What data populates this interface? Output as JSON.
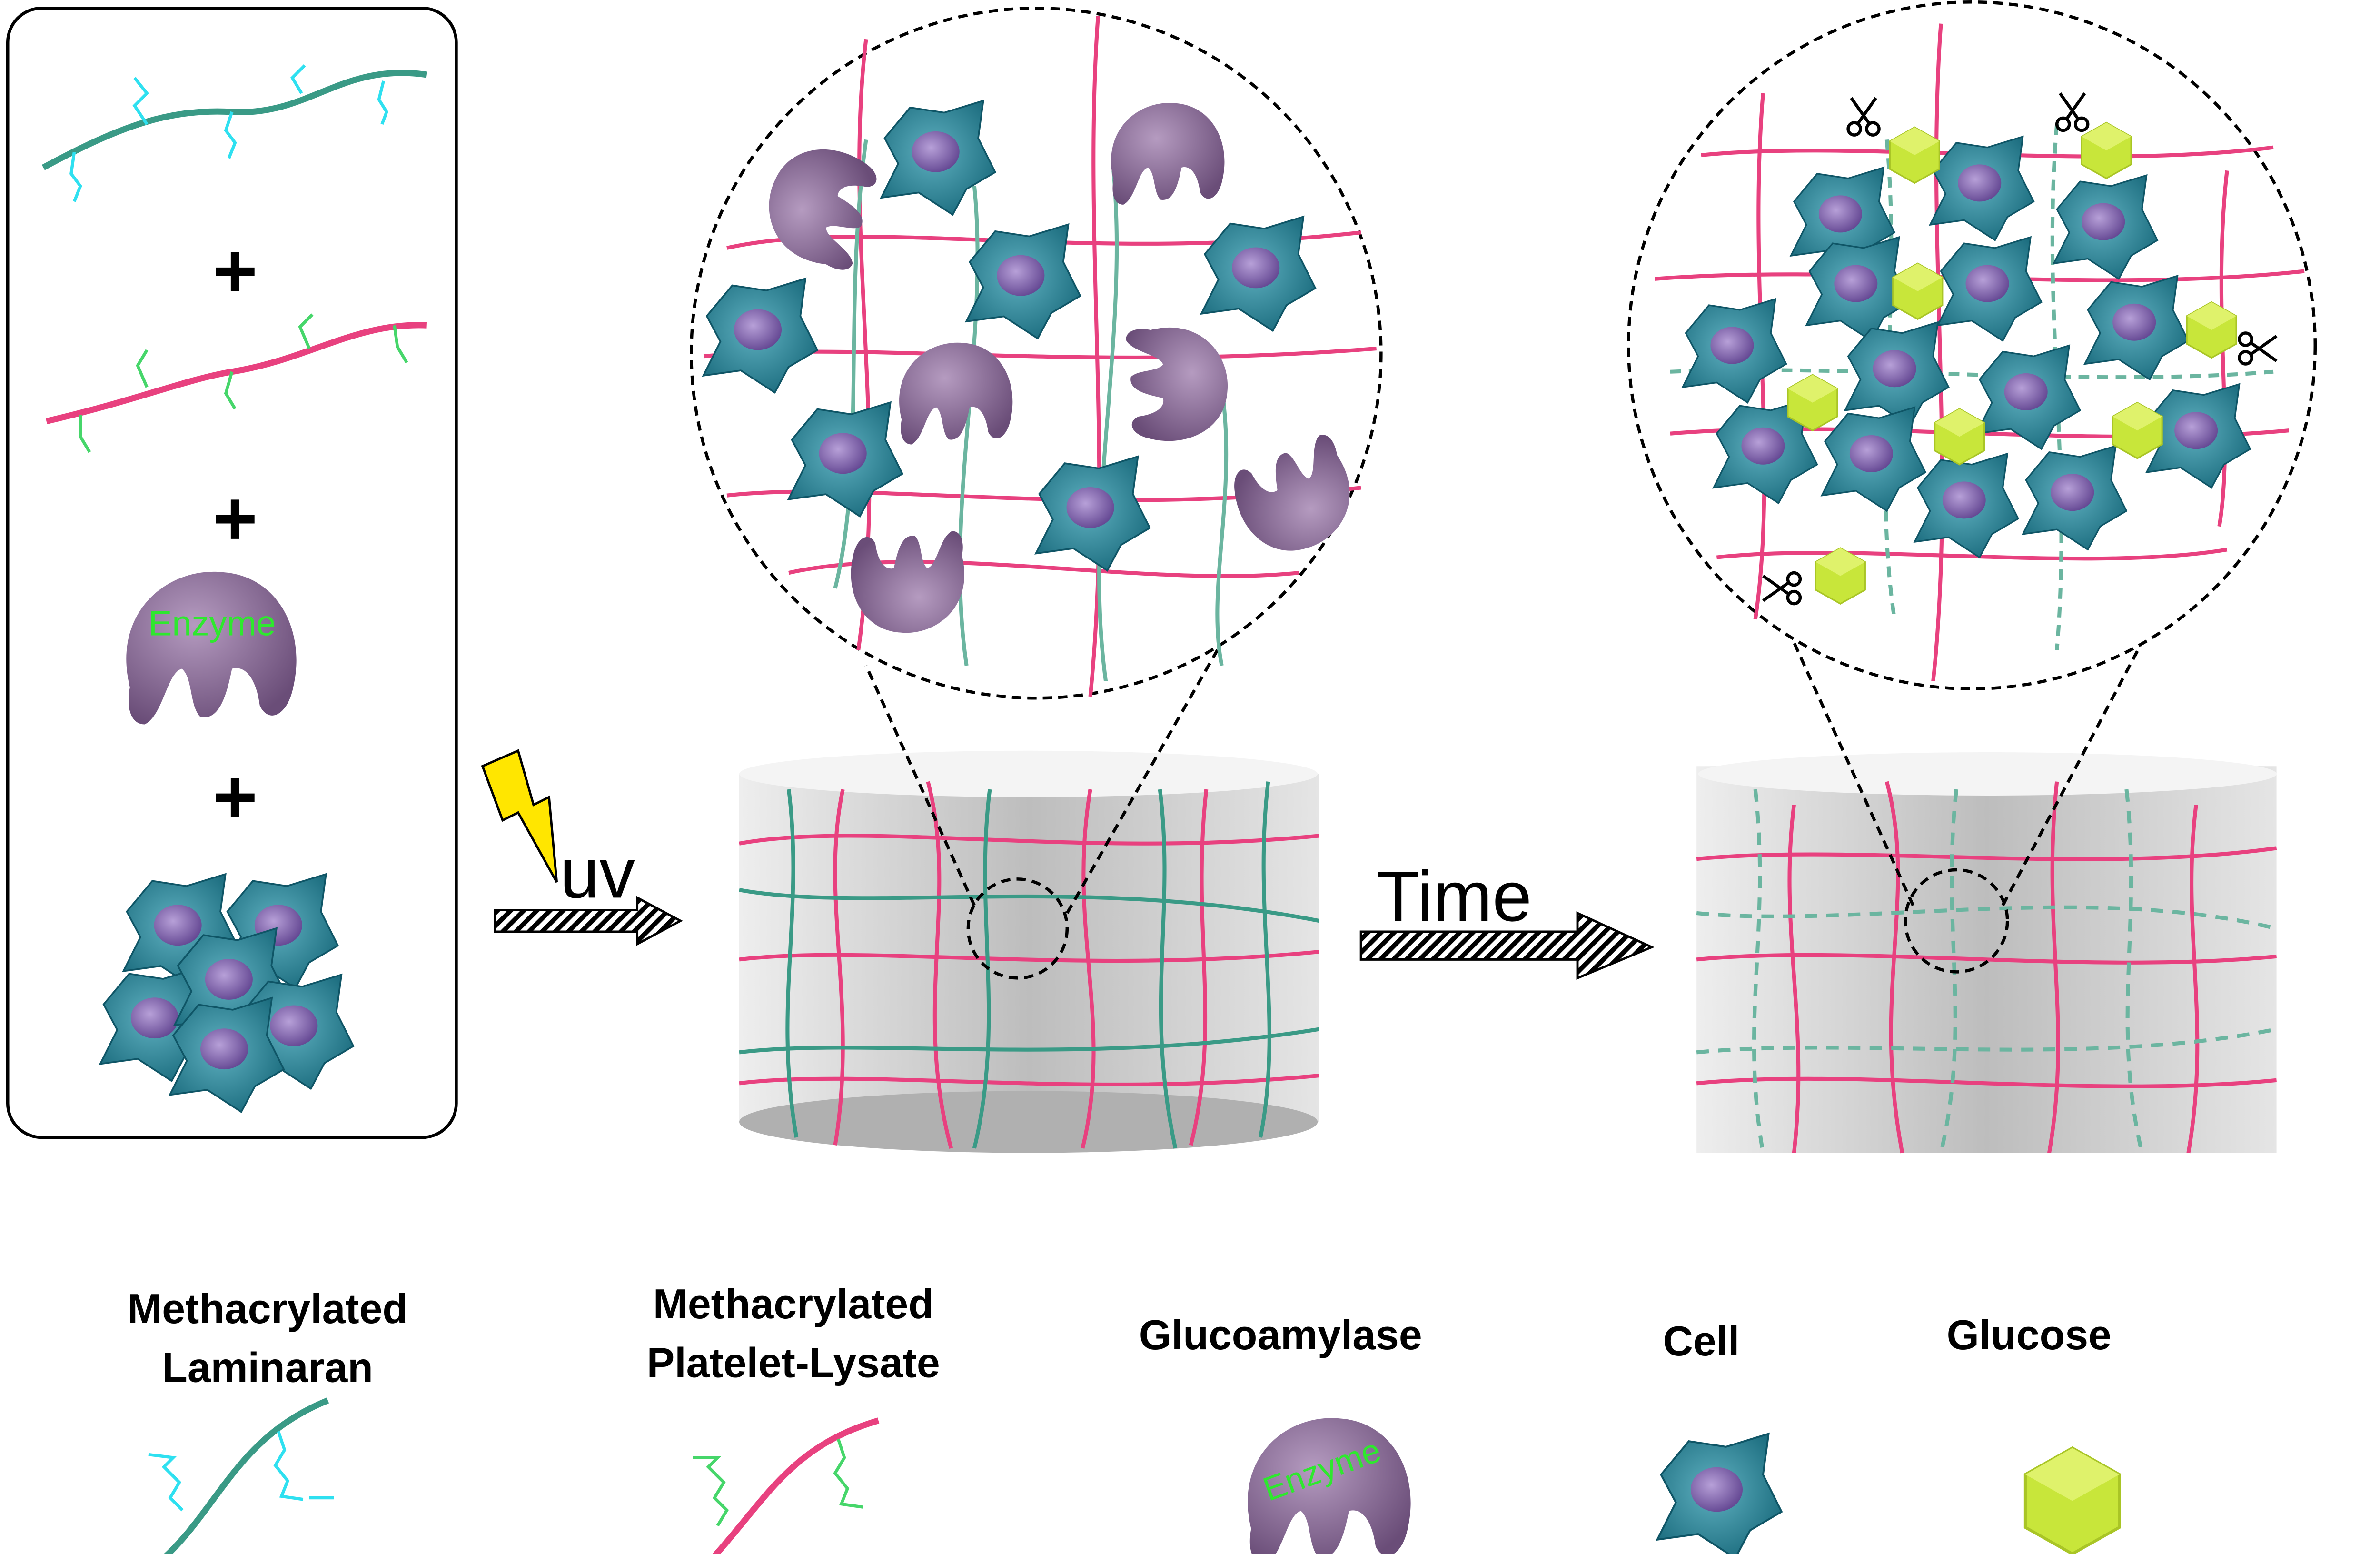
{
  "plus_sign": "+",
  "enzyme_label": "Enzyme",
  "uv_label": "UV",
  "time_label": "Time",
  "legend": {
    "laminaran": [
      "Methacrylated",
      "Laminaran"
    ],
    "platelet_lysate": [
      "Methacrylated",
      "Platelet-Lysate"
    ],
    "glucoamylase": "Glucoamylase",
    "cell": "Cell",
    "glucose": "Glucose"
  },
  "colors": {
    "laminaran": "#3a9a86",
    "platelet_lysate": "#e8417f",
    "enzyme": "#8a6c97",
    "cell": "#1f7f93",
    "glucose": "#c8e63a",
    "methacrylate_laminaran": "#2ee0f0",
    "methacrylate_pl": "#46d66a"
  }
}
